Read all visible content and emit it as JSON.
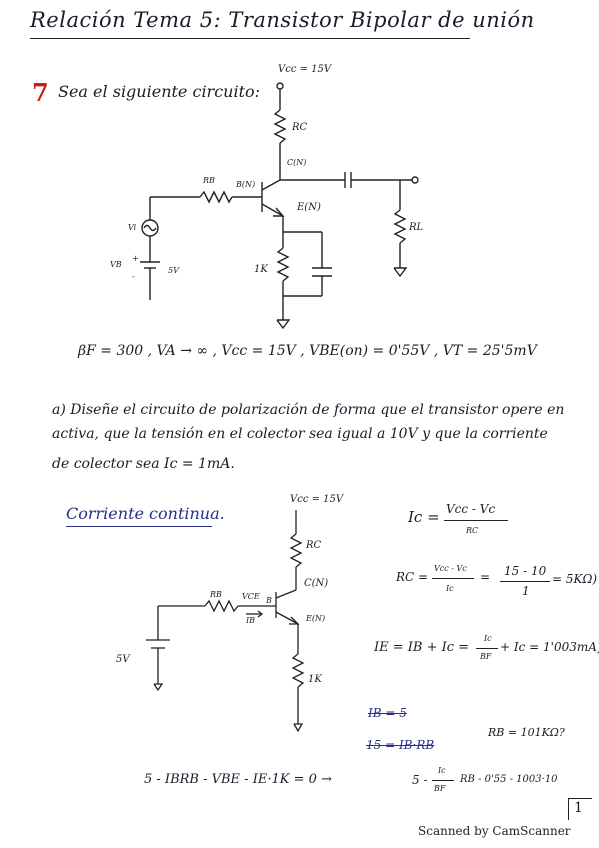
{
  "header": {
    "title": "Relación Tema 5: Transistor Bipolar de unión"
  },
  "problem": {
    "number": "7",
    "statement": "Sea el siguiente circuito:",
    "params": "βF = 300 , VA → ∞ , Vcc = 15V , VBE(on) = 0'55V , VT = 25'5mV",
    "part_a": {
      "line1": "a) Diseñe el circuito de polarización de forma que el transistor opere en",
      "line2": "activa, que la tensión en el colector sea igual a 10V y que la corriente",
      "line3": "de colector sea Ic = 1mA."
    }
  },
  "circuit1": {
    "vcc": "Vcc = 15V",
    "rc": "RC",
    "collector": "C(N)",
    "rb": "RB",
    "base": "B(N)",
    "emitter": "E(N)",
    "source": "Vi",
    "dc_source": "VB",
    "dc_value": "5V",
    "re": "1K",
    "rl": "RL",
    "plus": "+",
    "minus": "-"
  },
  "solution": {
    "heading": "Corriente continua.",
    "circuit": {
      "vcc": "Vcc = 15V",
      "rc": "RC",
      "collector": "C(N)",
      "rb": "RB",
      "vce": "VCE",
      "base": "B",
      "ib": "IB",
      "emitter": "E(N)",
      "source": "5V",
      "re": "1K"
    },
    "eq1": {
      "lhs": "Ic =",
      "num": "Vcc - Vc",
      "den": "RC"
    },
    "eq2": {
      "lhs": "RC =",
      "num1": "Vcc - Vc",
      "den1": "Ic",
      "eq": "=",
      "num2": "15 - 10",
      "den2": "1",
      "result": "= 5KΩ)"
    },
    "eq3": {
      "lhs": "IE = IB + Ic =",
      "num": "Ic",
      "den": "BF",
      "rhs": "+ Ic = 1'003mA]"
    },
    "scribble1": "IB = 5",
    "scribble2": "15 = IB·RB",
    "rb_result": "RB = 101KΩ?",
    "eq4": "5 - IBRB - VBE - IE·1K = 0 →",
    "eq4b": "5 -",
    "eq4_num": "Ic",
    "eq4_den": "BF",
    "eq4c": "RB - 0'55 - 1003·10",
    "page_number": "1"
  },
  "footer": {
    "scanner": "Scanned by CamScanner"
  },
  "colors": {
    "ink": "#1b1b2a",
    "blue_ink": "#24308a",
    "red_number": "#c02020"
  }
}
